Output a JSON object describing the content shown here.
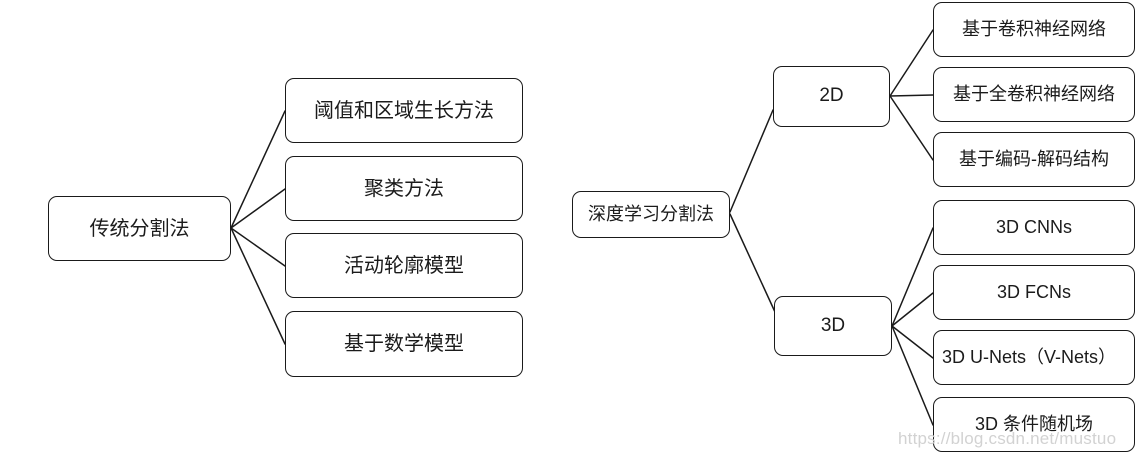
{
  "diagram": {
    "type": "mind-map-tree",
    "stroke_color": "#1a1a1a",
    "text_color": "#1b1b1b",
    "background": "#ffffff",
    "left_tree": {
      "root": "传统分割法",
      "children": [
        "阈值和区域生长方法",
        "聚类方法",
        "活动轮廓模型",
        "基于数学模型"
      ]
    },
    "right_tree": {
      "root": "深度学习分割法",
      "branches": [
        {
          "label": "2D",
          "children": [
            "基于卷积神经网络",
            "基于全卷积神经网络",
            "基于编码-解码结构"
          ]
        },
        {
          "label": "3D",
          "children": [
            "3D CNNs",
            "3D FCNs",
            "3D U-Nets（V-Nets）",
            "3D 条件随机场"
          ]
        }
      ]
    }
  },
  "watermark": {
    "text": "https://blog.csdn.net/mustuo"
  }
}
